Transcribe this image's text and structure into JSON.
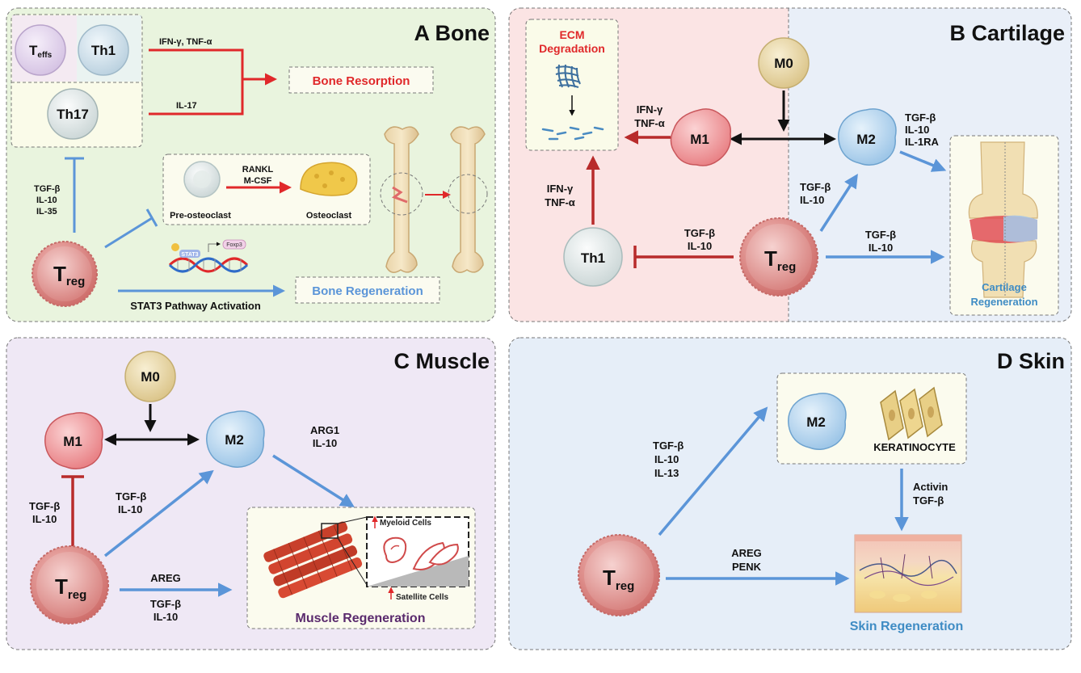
{
  "panel_a": {
    "title": "A Bone",
    "cells": {
      "teffs": "T",
      "teffs_sub": "effs",
      "th1": "Th1",
      "th17": "Th17",
      "treg": "T",
      "treg_sub": "reg"
    },
    "labels": {
      "ifn_tnf": "IFN-γ, TNF-α",
      "il17": "IL-17",
      "bone_resorption": "Bone Resorption",
      "tgf": "TGF-β",
      "il10": "IL-10",
      "il35": "IL-35",
      "rankl": "RANKL",
      "mcsf": "M-CSF",
      "pre_osteoclast": "Pre-osteoclast",
      "osteoclast": "Osteoclast",
      "stat3": "STAT3",
      "foxp3": "Foxp3",
      "bone_regeneration": "Bone Regeneration",
      "stat3_activation": "STAT3 Pathway Activation"
    }
  },
  "panel_b": {
    "title": "B Cartilage",
    "cells": {
      "m0": "M0",
      "m1": "M1",
      "m2": "M2",
      "th1": "Th1",
      "treg": "T",
      "treg_sub": "reg"
    },
    "labels": {
      "ecm1": "ECM",
      "ecm2": "Degradation",
      "ifn_m1": "IFN-γ",
      "tnf_m1": "TNF-α",
      "ifn_th1": "IFN-γ",
      "tnf_th1": "TNF-α",
      "tgf_m2": "TGF-β",
      "il10_m2": "IL-10",
      "il1ra": "IL-1RA",
      "tgf_th1": "TGF-β",
      "il10_th1": "IL-10",
      "tgf_treg_m2": "TGF-β",
      "il10_treg_m2": "IL-10",
      "tgf_treg_cart": "TGF-β",
      "il10_treg_cart": "IL-10",
      "cart1": "Cartilage",
      "cart2": "Regeneration"
    }
  },
  "panel_c": {
    "title": "C Muscle",
    "cells": {
      "m0": "M0",
      "m1": "M1",
      "m2": "M2",
      "treg": "T",
      "treg_sub": "reg"
    },
    "labels": {
      "tgf_m1": "TGF-β",
      "il10_m1": "IL-10",
      "tgf_m2": "TGF-β",
      "il10_m2": "IL-10",
      "arg1": "ARG1",
      "il10_arg": "IL-10",
      "areg": "AREG",
      "tgf_areg": "TGF-β",
      "il10_areg": "IL-10",
      "myeloid": "Myeloid Cells",
      "satellite": "Satellite Cells",
      "muscle_regen": "Muscle Regeneration"
    }
  },
  "panel_d": {
    "title": "D Skin",
    "cells": {
      "m2": "M2",
      "treg": "T",
      "treg_sub": "reg"
    },
    "labels": {
      "keratinocyte": "KERATINOCYTE",
      "tgf": "TGF-β",
      "il10": "IL-10",
      "il13": "IL-13",
      "activin": "Activin",
      "tgf_activin": "TGF-β",
      "areg": "AREG",
      "penk": "PENK",
      "skin_regen": "Skin Regeneration"
    }
  },
  "colors": {
    "red": "#e0282a",
    "dark_red": "#b82b2b",
    "blue": "#5b95d8",
    "black": "#111111",
    "panel_a_bg": "#e9f4de",
    "panel_b_left_bg": "#fbe4e4",
    "panel_b_right_bg": "#e9eff8",
    "panel_c_bg": "#efe8f5",
    "panel_d_bg": "#e6eef8",
    "treg_fill": "#e8a6a4",
    "m1_fill": "#ef9ea1",
    "m2_fill": "#bcdaf0",
    "m0_fill": "#ecdcae",
    "t_fill": "#e9ecec",
    "regen_blue": "#3f8cc4",
    "muscle_purple": "#5a2a6d"
  }
}
